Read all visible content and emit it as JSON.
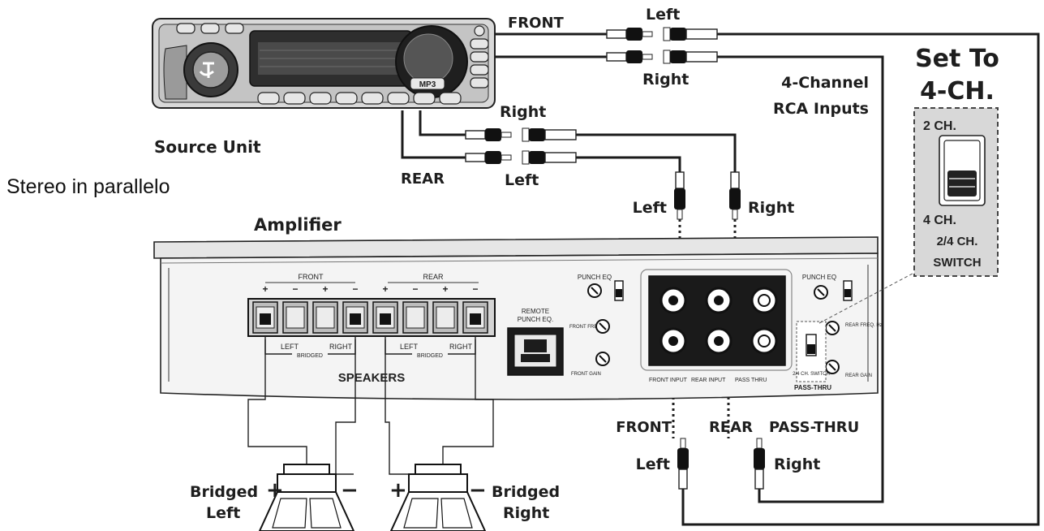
{
  "caption": "Stereo in parallelo",
  "source_unit": {
    "label": "Source Unit",
    "display_badge": "MP3"
  },
  "front": {
    "label": "FRONT",
    "left": "Left",
    "right": "Right"
  },
  "rear": {
    "label": "REAR",
    "right": "Right",
    "left": "Left"
  },
  "rca_inputs": {
    "line1": "4-Channel",
    "line2": "RCA Inputs"
  },
  "switch_callout": {
    "title_line1": "Set To",
    "title_line2": "4-CH.",
    "option_top": "2 CH.",
    "option_bottom": "4 CH.",
    "name_line1": "2/4 CH.",
    "name_line2": "SWITCH"
  },
  "amp_input_labels": {
    "left": "Left",
    "right": "Right"
  },
  "amplifier": {
    "label": "Amplifier",
    "terminal_front": "FRONT",
    "terminal_rear": "REAR",
    "polarity": [
      "+",
      "−",
      "+",
      "−",
      "+",
      "−",
      "+",
      "−"
    ],
    "sub_left": "LEFT",
    "sub_right": "RIGHT",
    "bridged": "BRIDGED",
    "speakers": "SPEAKERS",
    "remote_line1": "REMOTE",
    "remote_line2": "PUNCH EQ.",
    "punch_eq": "PUNCH EQ",
    "front_freq": "FRONT FREQ. Hz",
    "front_gain": "FRONT GAIN",
    "rear_freq": "REAR FREQ. Hz",
    "rear_gain": "REAR GAIN",
    "front_input": "FRONT INPUT",
    "rear_input": "REAR INPUT",
    "pass_thru_small": "PASS THRU",
    "pass_thru_panel": "PASS-THRU",
    "switch_small": "2/4 CH. SWITCH"
  },
  "output_labels": {
    "front": "FRONT",
    "rear": "REAR",
    "pass_thru": "PASS-THRU"
  },
  "pass_thru_outputs": {
    "left": "Left",
    "right": "Right"
  },
  "speakers": {
    "left_line1": "Bridged",
    "left_line2": "Left",
    "right_line1": "Bridged",
    "right_line2": "Right",
    "plus": "+",
    "minus": "−"
  }
}
